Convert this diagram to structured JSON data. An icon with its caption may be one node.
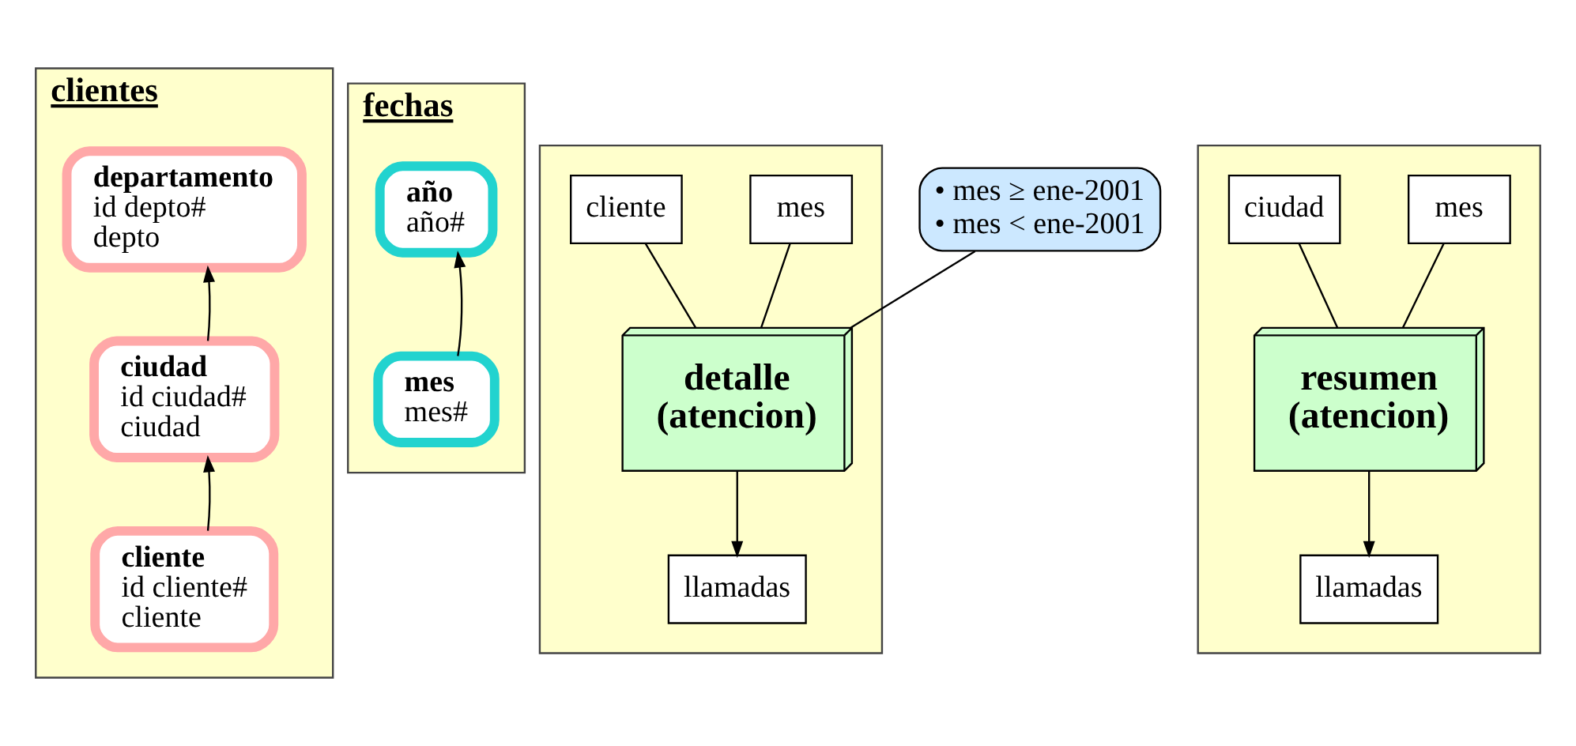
{
  "diagram": {
    "nodes": [
      {
        "text": [
          "clientes"
        ]
      },
      {
        "text": [
          "departamento",
          "id depto#",
          "depto"
        ],
        "in": 0
      },
      {
        "text": [
          "ciudad",
          "id ciudad#",
          "ciudad"
        ],
        "in": 0
      },
      {
        "text": [
          "cliente",
          "id cliente#",
          "cliente"
        ],
        "in": 0
      },
      {
        "text": [
          "fechas"
        ]
      },
      {
        "text": [
          "año",
          "año#"
        ],
        "in": 4
      },
      {
        "text": [
          "mes",
          "mes#"
        ],
        "in": 4
      },
      {
        "text": [],
        "shape": "box"
      },
      {
        "text": [
          "mes"
        ],
        "in": 7
      },
      {
        "text": [
          "cliente"
        ],
        "in": 7
      },
      {
        "text": [
          "detalle (atencion)"
        ],
        "in": 7
      },
      {
        "text": [
          "llamadas"
        ],
        "in": 7
      },
      {
        "text": [
          "• mes ≥ ene-2001",
          "• mes < ene-2001"
        ]
      },
      {
        "text": [],
        "shape": "box"
      },
      {
        "text": [
          "mes"
        ],
        "in": 13
      },
      {
        "text": [
          "ciudad"
        ],
        "in": 13
      },
      {
        "text": [
          "resumen (atencion)"
        ],
        "in": 13
      },
      {
        "text": [
          "llamadas"
        ],
        "in": 13
      }
    ],
    "edges": [
      {
        "from": 2,
        "to": 1,
        "arrow": "to"
      },
      {
        "from": 3,
        "to": 2,
        "arrow": "to"
      },
      {
        "from": 6,
        "to": 5,
        "arrow": "to"
      },
      {
        "from": 8,
        "to": 10,
        "arrow": "none"
      },
      {
        "from": 9,
        "to": 10,
        "arrow": "none"
      },
      {
        "from": 10,
        "to": 11,
        "arrow": "to"
      },
      {
        "from": 12,
        "to": 10,
        "arrow": "none"
      },
      {
        "from": 14,
        "to": 16,
        "arrow": "none"
      },
      {
        "from": 15,
        "to": 16,
        "arrow": "none"
      },
      {
        "from": 16,
        "to": 17,
        "arrow": "to"
      }
    ]
  }
}
